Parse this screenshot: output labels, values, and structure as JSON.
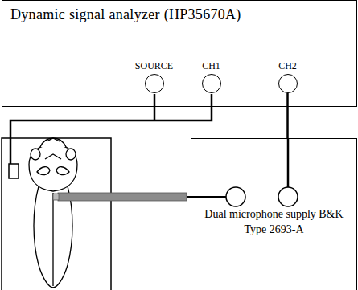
{
  "diagram": {
    "nodes": [
      {
        "text": [
          "Dynamic signal analyzer (HP35670A)"
        ]
      },
      {
        "text": [
          "SOURCE"
        ],
        "in": 0
      },
      {
        "text": [
          "CH1"
        ],
        "in": 0
      },
      {
        "text": [
          "CH2"
        ],
        "in": 0
      },
      {
        "text": [
          "Dual microphone supply B&K Type 2693-A"
        ]
      }
    ],
    "edges": [
      {
        "from": 3,
        "to": 4,
        "arrow": "none"
      }
    ]
  }
}
